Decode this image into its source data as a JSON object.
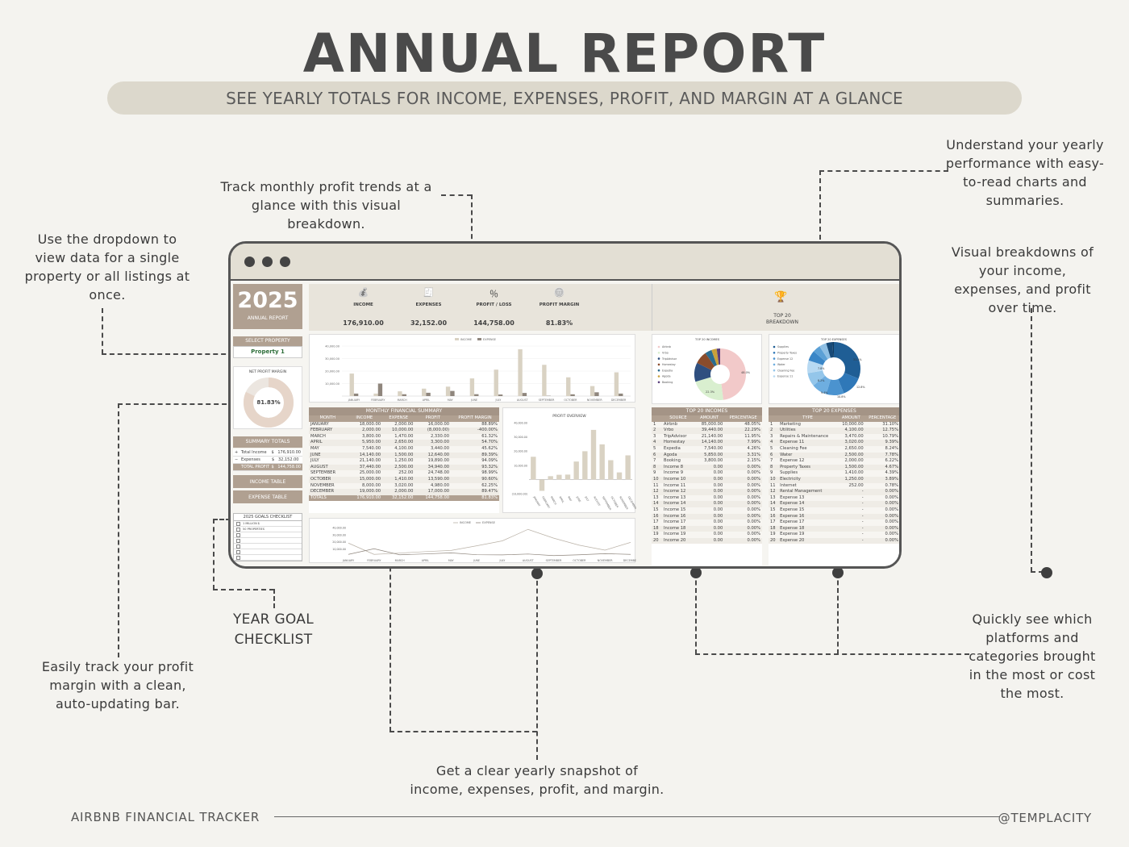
{
  "header": {
    "title": "ANNUAL REPORT",
    "subtitle": "SEE YEARLY TOTALS FOR INCOME, EXPENSES, PROFIT, AND MARGIN AT A GLANCE"
  },
  "callouts": {
    "trends": "Track monthly profit trends at a glance with this visual breakdown.",
    "dropdown": "Use the dropdown to view data for a single property or all listings at once.",
    "understand": "Understand your yearly performance with easy-to-read charts and summaries.",
    "visual": "Visual breakdowns of your income, expenses, and profit over time.",
    "margin": "Easily track your profit margin with a clean, auto-updating bar.",
    "checklist": "YEAR GOAL CHECKLIST",
    "snapshot": "Get a clear yearly snapshot of income, expenses, profit, and margin.",
    "platforms": "Quickly see which platforms and categories brought in the most or cost the most."
  },
  "footer": {
    "left": "AIRBNB FINANCIAL TRACKER",
    "right": "@TEMPLACITY"
  },
  "colors": {
    "accent": "#b0a091",
    "beige": "#dcd8cc",
    "dark": "#4a4a4a"
  },
  "sheet": {
    "year": "2025",
    "annual_report": "ANNUAL REPORT",
    "select_property_label": "SELECT PROPERTY",
    "property_value": "Property 1",
    "net_profit_margin_label": "NET PROFIT MARGIN",
    "margin_value": "81.83%",
    "margin_fraction": 0.8183,
    "summary_totals_label": "SUMMARY TOTALS",
    "summary_rows": [
      {
        "sign": "+",
        "label": "Total Income",
        "cur": "$",
        "value": "176,910.00"
      },
      {
        "sign": "−",
        "label": "Expenses",
        "cur": "$",
        "value": "32,152.00"
      },
      {
        "sign": "",
        "label": "TOTAL PROFIT",
        "cur": "$",
        "value": "144,758.00"
      }
    ],
    "income_table_btn": "INCOME TABLE",
    "expense_table_btn": "EXPENSE TABLE",
    "goals_label": "2025 GOALS CHECKLIST",
    "goals": [
      "1 MILLION $",
      "50 PROPERTIES",
      "",
      "",
      "",
      "",
      ""
    ],
    "kpis": [
      {
        "icon": "money-bag-icon",
        "label": "INCOME",
        "value": "176,910.00"
      },
      {
        "icon": "receipt-icon",
        "label": "EXPENSES",
        "value": "32,152.00"
      },
      {
        "icon": "percent-icon",
        "label": "PROFIT / LOSS",
        "value": "144,758.00"
      },
      {
        "icon": "coins-icon",
        "label": "PROFIT MARGIN",
        "value": "81.83%"
      }
    ],
    "top20_label": "TOP 20 BREAKDOWN",
    "bar_legend": [
      "INCOME",
      "EXPENSE"
    ],
    "monthly_title": "MONTHLY FINANCIAL SUMMARY",
    "monthly_headers": [
      "MONTH",
      "INCOME",
      "EXPENSE",
      "PROFIT",
      "PROFIT MARGIN"
    ],
    "monthly_rows": [
      [
        "JANUARY",
        "18,000.00",
        "2,000.00",
        "16,000.00",
        "88.89%"
      ],
      [
        "FEBRUARY",
        "2,000.00",
        "10,000.00",
        "(8,000.00)",
        "-400.00%"
      ],
      [
        "MARCH",
        "3,800.00",
        "1,470.00",
        "2,330.00",
        "61.32%"
      ],
      [
        "APRIL",
        "5,950.00",
        "2,650.00",
        "3,300.00",
        "54.70%"
      ],
      [
        "MAY",
        "7,540.00",
        "4,100.00",
        "3,440.00",
        "45.62%"
      ],
      [
        "JUNE",
        "14,140.00",
        "1,500.00",
        "12,640.00",
        "89.39%"
      ],
      [
        "JULY",
        "21,140.00",
        "1,250.00",
        "19,890.00",
        "94.09%"
      ],
      [
        "AUGUST",
        "37,440.00",
        "2,500.00",
        "34,940.00",
        "93.32%"
      ],
      [
        "SEPTEMBER",
        "25,000.00",
        "252.00",
        "24,748.00",
        "98.99%"
      ],
      [
        "OCTOBER",
        "15,000.00",
        "1,410.00",
        "13,590.00",
        "90.60%"
      ],
      [
        "NOVEMBER",
        "8,000.00",
        "3,020.00",
        "4,980.00",
        "62.25%"
      ],
      [
        "DECEMBER",
        "19,000.00",
        "2,000.00",
        "17,000.00",
        "89.47%"
      ]
    ],
    "monthly_totals": [
      "TOTALS",
      "176,910.00",
      "32,152.00",
      "144,758.00",
      "81.83%"
    ],
    "profit_overview_title": "PROFIT OVERVIEW",
    "top_incomes_chart_title": "TOP 20 INCOMES",
    "top_expenses_chart_title": "TOP 20 EXPENSES",
    "income_legend": [
      "Airbnb",
      "Vrbo",
      "TripAdvisor",
      "Homestay",
      "Expedia",
      "Agoda",
      "Booking"
    ],
    "expense_legend": [
      "Supplies",
      "Property Taxes",
      "Expense 12",
      "Water",
      "Cleaning Fee",
      "Expense 11"
    ],
    "top_incomes_title": "TOP 20 INCOMES",
    "top_incomes_headers": [
      "SOURCE",
      "AMOUNT",
      "PERCENTAGE"
    ],
    "top_incomes": [
      [
        "1",
        "Airbnb",
        "85,000.00",
        "48.05%"
      ],
      [
        "2",
        "Vrbo",
        "39,440.00",
        "22.29%"
      ],
      [
        "3",
        "TripAdvisor",
        "21,140.00",
        "11.95%"
      ],
      [
        "4",
        "Homestay",
        "14,140.00",
        "7.99%"
      ],
      [
        "5",
        "Expedia",
        "7,540.00",
        "4.26%"
      ],
      [
        "6",
        "Agoda",
        "5,850.00",
        "3.31%"
      ],
      [
        "7",
        "Booking",
        "3,800.00",
        "2.15%"
      ],
      [
        "8",
        "Income 8",
        "0.00",
        "0.00%"
      ],
      [
        "9",
        "Income 9",
        "0.00",
        "0.00%"
      ],
      [
        "10",
        "Income 10",
        "0.00",
        "0.00%"
      ],
      [
        "11",
        "Income 11",
        "0.00",
        "0.00%"
      ],
      [
        "12",
        "Income 12",
        "0.00",
        "0.00%"
      ],
      [
        "13",
        "Income 13",
        "0.00",
        "0.00%"
      ],
      [
        "14",
        "Income 14",
        "0.00",
        "0.00%"
      ],
      [
        "15",
        "Income 15",
        "0.00",
        "0.00%"
      ],
      [
        "16",
        "Income 16",
        "0.00",
        "0.00%"
      ],
      [
        "17",
        "Income 17",
        "0.00",
        "0.00%"
      ],
      [
        "18",
        "Income 18",
        "0.00",
        "0.00%"
      ],
      [
        "19",
        "Income 19",
        "0.00",
        "0.00%"
      ],
      [
        "20",
        "Income 20",
        "0.00",
        "0.00%"
      ]
    ],
    "top_expenses_title": "TOP 20 EXPENSES",
    "top_expenses_headers": [
      "TYPE",
      "AMOUNT",
      "PERCENTAGE"
    ],
    "top_expenses": [
      [
        "1",
        "Marketing",
        "10,000.00",
        "31.10%"
      ],
      [
        "2",
        "Utilities",
        "4,100.00",
        "12.75%"
      ],
      [
        "3",
        "Repairs & Maintenance",
        "3,470.00",
        "10.79%"
      ],
      [
        "4",
        "Expense 11",
        "3,020.00",
        "9.39%"
      ],
      [
        "5",
        "Cleaning Fee",
        "2,650.00",
        "8.24%"
      ],
      [
        "6",
        "Water",
        "2,500.00",
        "7.78%"
      ],
      [
        "7",
        "Expense 12",
        "2,000.00",
        "6.22%"
      ],
      [
        "8",
        "Property Taxes",
        "1,500.00",
        "4.67%"
      ],
      [
        "9",
        "Supplies",
        "1,410.00",
        "4.39%"
      ],
      [
        "10",
        "Electricity",
        "1,250.00",
        "3.89%"
      ],
      [
        "11",
        "Internet",
        "252.00",
        "0.78%"
      ],
      [
        "12",
        "Rental Management",
        "-",
        "0.00%"
      ],
      [
        "13",
        "Expense 13",
        "-",
        "0.00%"
      ],
      [
        "14",
        "Expense 14",
        "-",
        "0.00%"
      ],
      [
        "15",
        "Expense 15",
        "-",
        "0.00%"
      ],
      [
        "16",
        "Expense 16",
        "-",
        "0.00%"
      ],
      [
        "17",
        "Expense 17",
        "-",
        "0.00%"
      ],
      [
        "18",
        "Expense 18",
        "-",
        "0.00%"
      ],
      [
        "19",
        "Expense 19",
        "-",
        "0.00%"
      ],
      [
        "20",
        "Expense 20",
        "-",
        "0.00%"
      ]
    ]
  },
  "chart_data": [
    {
      "type": "bar",
      "categories": [
        "JANUARY",
        "FEBRUARY",
        "MARCH",
        "APRIL",
        "MAY",
        "JUNE",
        "JULY",
        "AUGUST",
        "SEPTEMBER",
        "OCTOBER",
        "NOVEMBER",
        "DECEMBER"
      ],
      "series": [
        {
          "name": "INCOME",
          "values": [
            18000,
            2000,
            3800,
            5950,
            7540,
            14140,
            21140,
            37440,
            25000,
            15000,
            8000,
            19000
          ],
          "color": "#d9d2c3"
        },
        {
          "name": "EXPENSE",
          "values": [
            2000,
            10000,
            1470,
            2650,
            4100,
            1500,
            1250,
            2500,
            252,
            1410,
            3020,
            2000
          ],
          "color": "#8f867d"
        }
      ],
      "ylim": [
        0,
        40000
      ],
      "yticks": [
        "40,000.00",
        "30,000.00",
        "20,000.00",
        "10,000.00"
      ]
    },
    {
      "type": "bar",
      "title": "PROFIT OVERVIEW",
      "categories": [
        "JANUARY",
        "FEBRUARY",
        "MARCH",
        "APRIL",
        "MAY",
        "JUNE",
        "JULY",
        "AUGUST",
        "SEPTEMBER",
        "OCTOBER",
        "NOVEMBER",
        "DECEMBER"
      ],
      "values": [
        16000,
        -8000,
        2330,
        3300,
        3440,
        12640,
        19890,
        34940,
        24748,
        13590,
        4980,
        17000
      ],
      "ylim": [
        -10000,
        40000
      ],
      "yticks": [
        "40,000.00",
        "30,000.00",
        "20,000.00",
        "10,000.00",
        "(10,000.00)"
      ]
    },
    {
      "type": "pie",
      "title": "TOP 20 INCOMES",
      "labels": [
        "Airbnb",
        "Vrbo",
        "TripAdvisor",
        "Homestay",
        "Expedia",
        "Agoda",
        "Booking"
      ],
      "values": [
        48.05,
        22.29,
        11.95,
        7.99,
        4.26,
        3.31,
        2.15
      ],
      "colors": [
        "#f2c9c9",
        "#d9efcf",
        "#2f4f7f",
        "#8a4c2c",
        "#2b6c8f",
        "#c9a13a",
        "#5a3f7a"
      ],
      "data_labels": [
        "48.0%",
        "22.3%"
      ]
    },
    {
      "type": "pie",
      "title": "TOP 20 EXPENSES",
      "labels": [
        "Marketing",
        "Utilities",
        "Repairs & Maintenance",
        "Expense 11",
        "Cleaning Fee",
        "Water",
        "Expense 12",
        "Property Taxes",
        "Supplies",
        "Electricity",
        "Internet"
      ],
      "values": [
        31.1,
        12.75,
        10.79,
        9.39,
        8.24,
        7.78,
        6.22,
        4.67,
        4.39,
        3.89,
        0.78
      ],
      "colors": [
        "#1f5e95",
        "#2f78b8",
        "#4b93cf",
        "#6eaee0",
        "#94c6ea",
        "#b7d9f2",
        "#3a86c7",
        "#5ba0d6",
        "#8ebfe4",
        "#174a78",
        "#0e3a60"
      ],
      "data_labels": [
        "31.1%",
        "12.8%",
        "10.8%",
        "9.4%",
        "8.2%",
        "7.8%"
      ]
    },
    {
      "type": "line",
      "categories": [
        "JANUARY",
        "FEBRUARY",
        "MARCH",
        "APRIL",
        "MAY",
        "JUNE",
        "JULY",
        "AUGUST",
        "SEPTEMBER",
        "OCTOBER",
        "NOVEMBER",
        "DECEMBER"
      ],
      "series": [
        {
          "name": "INCOME",
          "values": [
            18000,
            2000,
            3800,
            5950,
            7540,
            14140,
            21140,
            37440,
            25000,
            15000,
            8000,
            19000
          ],
          "color": "#b9b1a6"
        },
        {
          "name": "EXPENSE",
          "values": [
            2000,
            10000,
            1470,
            2650,
            4100,
            1500,
            1250,
            2500,
            252,
            1410,
            3020,
            2000
          ],
          "color": "#8f867d"
        }
      ],
      "ylim": [
        0,
        40000
      ],
      "yticks": [
        "40,000.00",
        "30,000.00",
        "20,000.00",
        "10,000.00"
      ]
    }
  ]
}
